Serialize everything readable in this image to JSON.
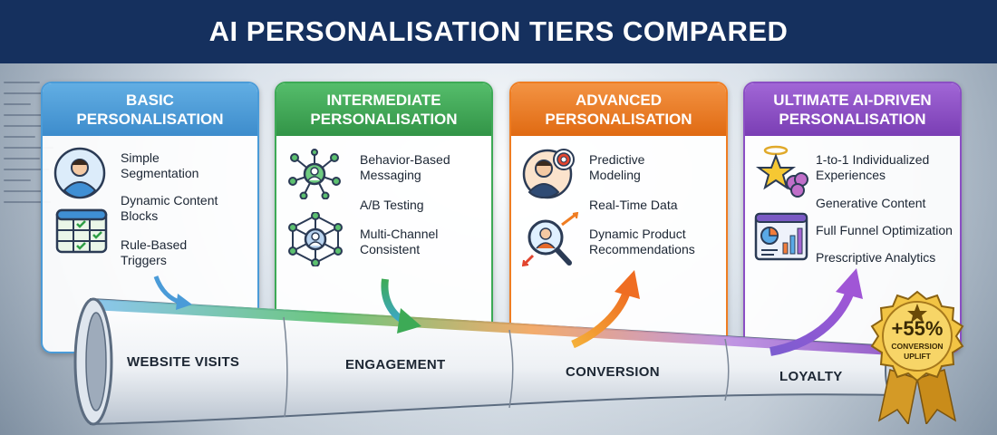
{
  "title": "AI PERSONALISATION TIERS COMPARED",
  "tiers": [
    {
      "header_line1": "BASIC",
      "header_line2": "PERSONALISATION",
      "color": "#4a9bd8",
      "features": [
        "Simple Segmentation",
        "Dynamic Content Blocks",
        "Rule-Based Triggers"
      ],
      "feature_lines": [
        [
          "Simple",
          "Segmentation"
        ],
        [
          "Dynamic Content",
          "Blocks"
        ],
        [
          "Rule-Based",
          "Triggers"
        ]
      ],
      "icons": [
        "user-avatar-icon",
        "grid-checklist-icon"
      ]
    },
    {
      "header_line1": "INTERMEDIATE",
      "header_line2": "PERSONALISATION",
      "color": "#3daa56",
      "features": [
        "Behavior-Based Messaging",
        "A/B Testing",
        "Multi-Channel Consistent"
      ],
      "feature_lines": [
        [
          "Behavior-Based",
          "Messaging"
        ],
        [
          "A/B Testing"
        ],
        [
          "Multi-Channel",
          "Consistent"
        ]
      ],
      "icons": [
        "network-user-icon",
        "network-hub-icon"
      ]
    },
    {
      "header_line1": "ADVANCED",
      "header_line2": "PERSONALISATION",
      "color": "#ef7d22",
      "features": [
        "Predictive Modeling",
        "Real-Time Data",
        "Dynamic Product Recommendations"
      ],
      "feature_lines": [
        [
          "Predictive",
          "Modeling"
        ],
        [
          "Real-Time Data"
        ],
        [
          "Dynamic Product",
          "Recommendations"
        ]
      ],
      "icons": [
        "user-target-icon",
        "magnifier-user-icon"
      ]
    },
    {
      "header_line1": "ULTIMATE AI-DRIVEN",
      "header_line2": "PERSONALISATION",
      "color": "#8b4fc4",
      "features": [
        "1-to-1 Individualized Experiences",
        "Generative Content",
        "Full Funnel Optimization",
        "Prescriptive Analytics"
      ],
      "feature_lines": [
        [
          "1-to-1 Individualized",
          "Experiences"
        ],
        [
          "Generative Content"
        ],
        [
          "Full Funnel Optimization"
        ],
        [
          "Prescriptive Analytics"
        ]
      ],
      "icons": [
        "star-brain-icon",
        "dashboard-charts-icon"
      ]
    }
  ],
  "funnel_stages": [
    "WEBSITE VISITS",
    "ENGAGEMENT",
    "CONVERSION",
    "LOYALTY"
  ],
  "badge": {
    "value": "+55%",
    "line1": "CONVERSION",
    "line2": "UPLIFT"
  }
}
